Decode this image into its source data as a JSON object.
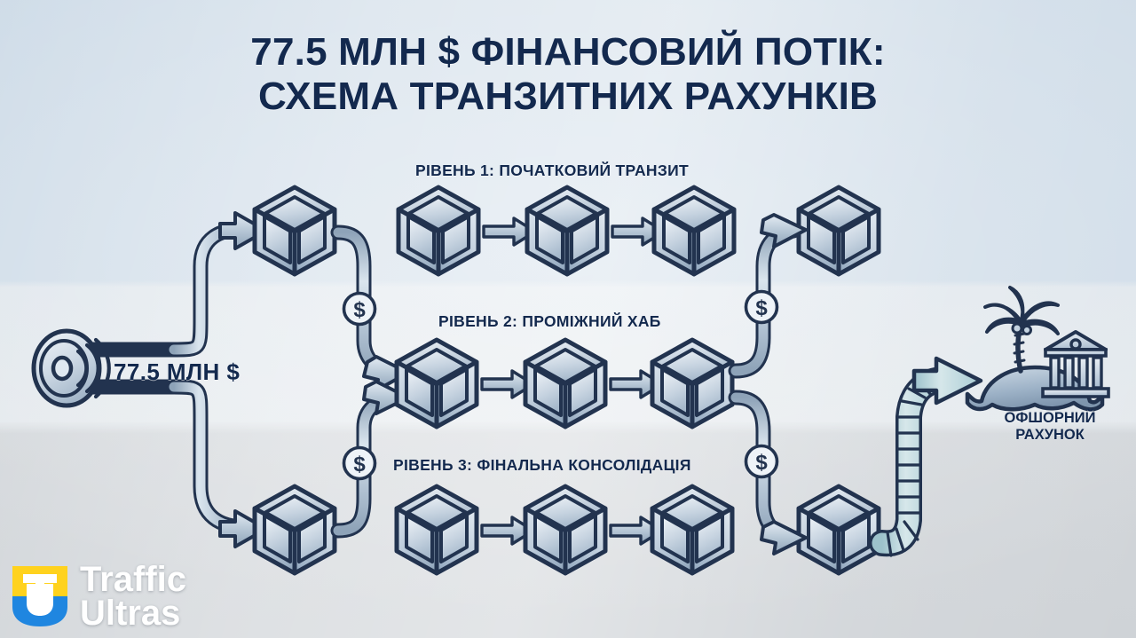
{
  "title": {
    "line1": "77.5 МЛН $ ФІНАНСОВИЙ ПОТІК:",
    "line2": "СХЕМА ТРАНЗИТНИХ РАХУНКІВ"
  },
  "source": {
    "amount_label": "77.5 МЛН $",
    "icon": "signal-emitter-icon"
  },
  "levels": [
    {
      "id": "level-1",
      "label": "РІВЕНЬ 1: ПОЧАТКОВИЙ ТРАНЗИТ",
      "nodes": 4,
      "chained": 3
    },
    {
      "id": "level-2",
      "label": "РІВЕНЬ 2: ПРОМІЖНИЙ ХАБ",
      "nodes": 3,
      "chained": 3
    },
    {
      "id": "level-3",
      "label": "РІВЕНЬ 3: ФІНАЛЬНА КОНСОЛІДАЦІЯ",
      "nodes": 4,
      "chained": 3
    }
  ],
  "destination": {
    "caption_line1": "ОФШОРНИЙ",
    "caption_line2": "РАХУНОК",
    "icon": "offshore-island-bank-icon"
  },
  "money_badges": [
    {
      "id": "badge-top-left",
      "symbol": "$"
    },
    {
      "id": "badge-bottom-left",
      "symbol": "$"
    },
    {
      "id": "badge-top-right",
      "symbol": "$"
    },
    {
      "id": "badge-bottom-right",
      "symbol": "$"
    }
  ],
  "brand": {
    "name_line1": "Traffic",
    "name_line2": "Ultras",
    "monogram": "TU",
    "color_yellow": "#ffd21e",
    "color_blue": "#1f86e0"
  },
  "palette": {
    "ink": "#13294e",
    "node_light": "#e8eef4",
    "node_mid": "#9fb2c6",
    "node_dark": "#7b93ad",
    "pipe_light": "#dbe6ee",
    "pipe_mid": "#a8bccd",
    "ribbon": "#bcd7dd",
    "bg_top": "#cfdce8",
    "bg_mid": "#e3e8ec",
    "bg_bottom": "#cfd3d7"
  }
}
